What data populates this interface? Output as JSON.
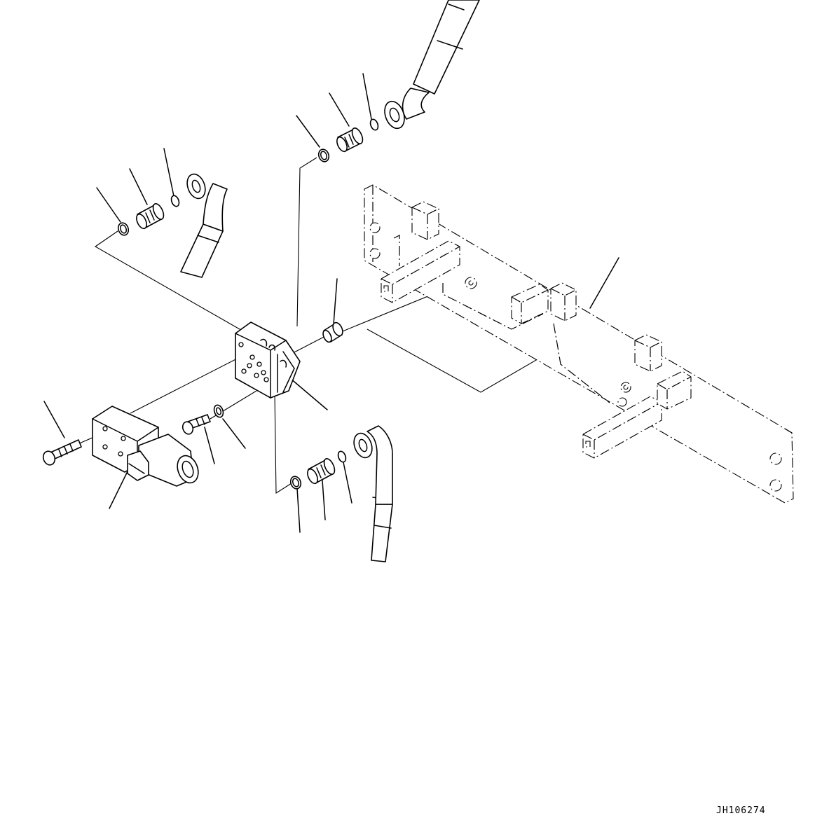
{
  "drawing": {
    "id": "JH106274"
  },
  "parts": [
    {
      "name": "hose-upper",
      "icon": "hose-icon"
    },
    {
      "name": "o-ring-upper-small",
      "icon": "o-ring-icon"
    },
    {
      "name": "adapter-fitting-upper",
      "icon": "fitting-icon"
    },
    {
      "name": "o-ring-upper-large",
      "icon": "o-ring-icon"
    },
    {
      "name": "hose-left",
      "icon": "hose-icon"
    },
    {
      "name": "o-ring-left-small",
      "icon": "o-ring-icon"
    },
    {
      "name": "adapter-fitting-left",
      "icon": "fitting-icon"
    },
    {
      "name": "o-ring-left-large",
      "icon": "o-ring-icon"
    },
    {
      "name": "plug",
      "icon": "plug-icon"
    },
    {
      "name": "valve-block",
      "icon": "valve-block-icon"
    },
    {
      "name": "mounting-bracket",
      "icon": "bracket-icon"
    },
    {
      "name": "solenoid-valve",
      "icon": "solenoid-valve-icon"
    },
    {
      "name": "bolt-solenoid",
      "icon": "bolt-icon"
    },
    {
      "name": "bolt-block",
      "icon": "bolt-icon"
    },
    {
      "name": "washer",
      "icon": "washer-icon"
    },
    {
      "name": "hose-lower",
      "icon": "hose-icon"
    },
    {
      "name": "o-ring-lower-small",
      "icon": "o-ring-icon"
    },
    {
      "name": "adapter-fitting-lower",
      "icon": "fitting-icon"
    },
    {
      "name": "o-ring-lower-large",
      "icon": "o-ring-icon"
    }
  ]
}
